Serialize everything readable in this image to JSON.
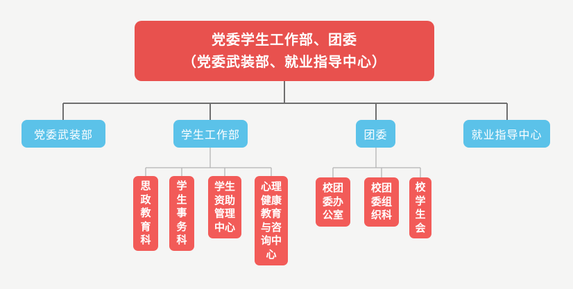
{
  "colors": {
    "background": "#f5f5f4",
    "root_red": "#e8514e",
    "office_red": "#f25b58",
    "dept_blue": "#5bc2e9",
    "line_dark": "#6e6e6e",
    "line_light": "#b4b4b4",
    "text_white": "#ffffff"
  },
  "org_chart": {
    "root": {
      "line1": "党委学生工作部、团委",
      "line2": "（党委武装部、就业指导中心）"
    },
    "departments": [
      {
        "label": "党委武装部"
      },
      {
        "label": "学生工作部"
      },
      {
        "label": "团委"
      },
      {
        "label": "就业指导中心"
      }
    ],
    "student_work_offices": [
      {
        "label": "思政教育科"
      },
      {
        "label": "学生事务科"
      },
      {
        "label": "学生资助管理中心"
      },
      {
        "label": "心理健康教育与咨询中心"
      }
    ],
    "youth_league_offices": [
      {
        "label": "校团委办公室"
      },
      {
        "label": "校团委组织科"
      },
      {
        "label": "校学生会"
      }
    ]
  }
}
